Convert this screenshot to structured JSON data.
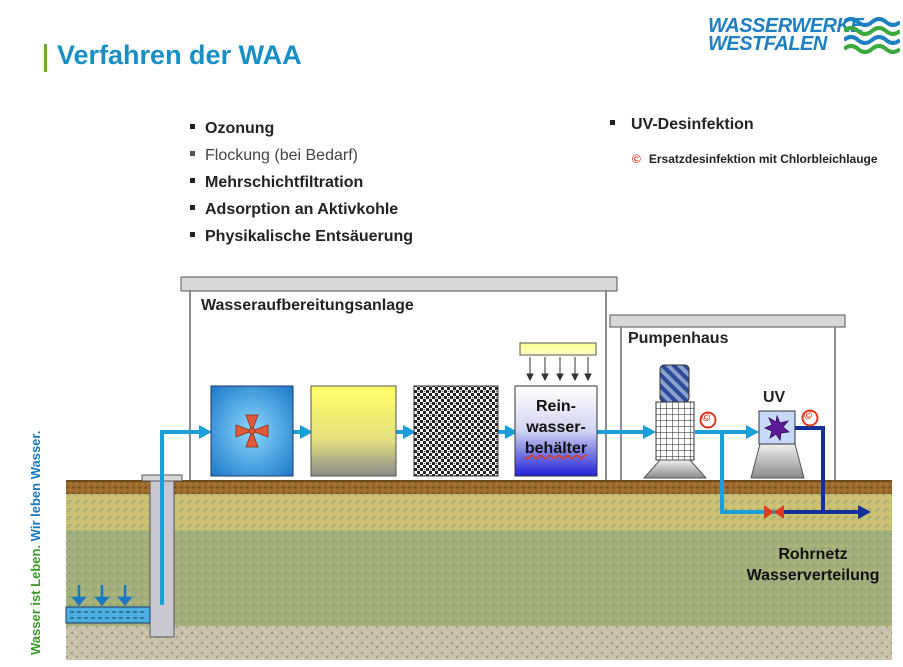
{
  "slide": {
    "title": "Verfahren der WAA",
    "logo": {
      "line1": "WASSERWERKE",
      "line2": "WESTFALEN"
    },
    "side_text": {
      "part1": "Wasser ist Leben.",
      "part2": "Wir leben Wasser."
    }
  },
  "process_list": [
    {
      "label": "Ozonung"
    },
    {
      "label": "Flockung (bei Bedarf)"
    },
    {
      "label": "Mehrschichtfiltration"
    },
    {
      "label": "Adsorption an Aktivkohle"
    },
    {
      "label": "Physikalische Entsäuerung"
    }
  ],
  "uv_list": {
    "main": "UV-Desinfektion",
    "symbol": "©",
    "sub": "Ersatzdesinfektion mit Chlorbleichlauge"
  },
  "diagram": {
    "plant_label": "Wasseraufbereitungsanlage",
    "pump_house_label": "Pumpenhaus",
    "uv_label": "UV",
    "clear_tank": {
      "line1": "Rein-",
      "line2": "wasser-",
      "line3": "behälter"
    },
    "chlor_symbol": "©",
    "network": {
      "line1": "Rohrnetz",
      "line2": "Wasserverteilung"
    }
  },
  "colors": {
    "title": "#1a8fc4",
    "accent_green": "#6aaa2e",
    "pipe": "#1aa0d8",
    "network_pipe": "#12309a",
    "chlor": "#e03a1e"
  }
}
